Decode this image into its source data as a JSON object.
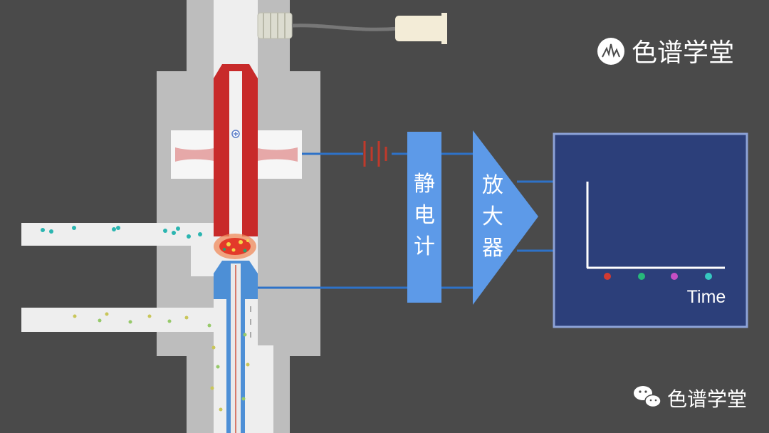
{
  "watermark_top": {
    "text": "色谱学堂"
  },
  "watermark_bottom": {
    "text": "色谱学堂"
  },
  "electrometer": {
    "label_chars": [
      "静",
      "电",
      "计"
    ]
  },
  "amplifier": {
    "label_chars": [
      "放",
      "大",
      "器"
    ]
  },
  "recorder": {
    "axis_label": "Time",
    "peak_colors": [
      "#d23a32",
      "#27b87a",
      "#c64fc4",
      "#36c7c0"
    ]
  },
  "colors": {
    "background": "#4a4a4a",
    "detector_body": "#bdbdbd",
    "detector_channel": "#eeeeee",
    "collector_red": "#c82a2a",
    "jet_blue": "#4d8fd6",
    "wire_blue": "#2e72c8",
    "module_blue": "#5d9ae8",
    "recorder_bg": "#2c3f7a",
    "recorder_border": "#8da3d8"
  }
}
